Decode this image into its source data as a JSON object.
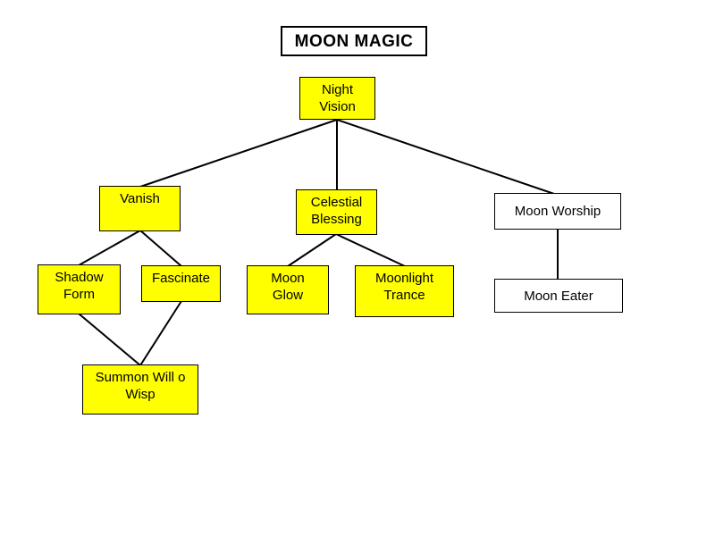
{
  "diagram": {
    "title": "MOON MAGIC",
    "colors": {
      "background": "#FFFFFF",
      "node_fill_yellow": "#FFFF00",
      "node_fill_white": "#FFFFFF",
      "border": "#000000",
      "line": "#000000",
      "text": "#000000"
    },
    "nodes": [
      {
        "id": "moon-magic",
        "label": "MOON MAGIC",
        "fill": "#FFFFFF"
      },
      {
        "id": "night-vision",
        "label": "Night\nVision",
        "fill": "#FFFF00"
      },
      {
        "id": "vanish",
        "label": "Vanish",
        "fill": "#FFFF00"
      },
      {
        "id": "celestial-blessing",
        "label": "Celestial\nBlessing",
        "fill": "#FFFF00"
      },
      {
        "id": "moon-worship",
        "label": "Moon Worship",
        "fill": "#FFFFFF"
      },
      {
        "id": "shadow-form",
        "label": "Shadow\nForm",
        "fill": "#FFFF00"
      },
      {
        "id": "fascinate",
        "label": "Fascinate",
        "fill": "#FFFF00"
      },
      {
        "id": "moon-glow",
        "label": "Moon\nGlow",
        "fill": "#FFFF00"
      },
      {
        "id": "moonlight-trance",
        "label": "Moonlight\nTrance",
        "fill": "#FFFF00"
      },
      {
        "id": "moon-eater",
        "label": "Moon Eater",
        "fill": "#FFFFFF"
      },
      {
        "id": "summon-will-o-wisp",
        "label": "Summon Will o\nWisp",
        "fill": "#FFFF00"
      }
    ],
    "edges": [
      {
        "from": "night-vision",
        "to": "vanish"
      },
      {
        "from": "night-vision",
        "to": "celestial-blessing"
      },
      {
        "from": "night-vision",
        "to": "moon-worship"
      },
      {
        "from": "vanish",
        "to": "shadow-form"
      },
      {
        "from": "vanish",
        "to": "fascinate"
      },
      {
        "from": "celestial-blessing",
        "to": "moon-glow"
      },
      {
        "from": "celestial-blessing",
        "to": "moonlight-trance"
      },
      {
        "from": "moon-worship",
        "to": "moon-eater"
      },
      {
        "from": "shadow-form",
        "to": "summon-will-o-wisp"
      },
      {
        "from": "fascinate",
        "to": "summon-will-o-wisp"
      }
    ]
  }
}
